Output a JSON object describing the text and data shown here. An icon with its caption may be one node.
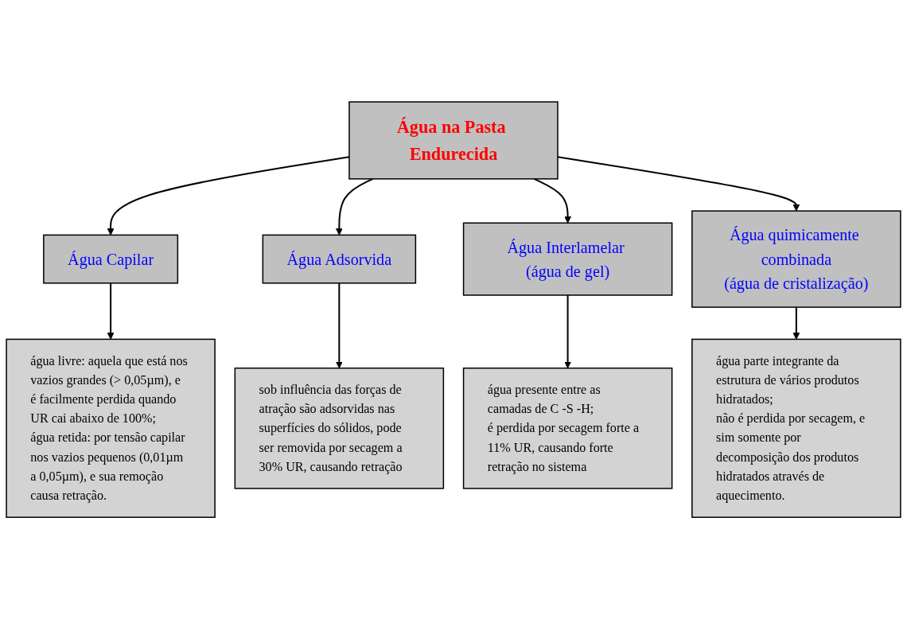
{
  "diagram": {
    "nodes": [
      {
        "text": [
          "Água na Pasta Endurecida"
        ]
      },
      {
        "text": [
          "Água Capilar"
        ]
      },
      {
        "text": [
          "Água Adsorvida"
        ]
      },
      {
        "text": [
          "Água Interlamelar (água de gel)"
        ]
      },
      {
        "text": [
          "Água quimicamente combinada",
          "(água de cristalização)"
        ]
      },
      {
        "text": [
          "água livre: aquela que está nos vazios grandes (> 0,05µm), e é facilmente perdida quando UR cai abaixo de 100%;",
          "água retida: por tensão capilar nos vazios pequenos (0,01µm a 0,05µm), e sua remoção causa retração."
        ]
      },
      {
        "text": [
          "sob influência das forças de atração são adsorvidas nas superfícies do sólidos, pode ser removida por secagem a 30% UR, causando retração"
        ]
      },
      {
        "text": [
          "água presente entre as camadas de C -S -H;",
          "é perdida por secagem forte a 11% UR, causando forte retração no sistema"
        ]
      },
      {
        "text": [
          "água parte integrante da estrutura de vários produtos hidratados;",
          "não é perdida por secagem, e sim somente por decomposição dos produtos hidratados através de aquecimento."
        ]
      }
    ],
    "edges": [
      {
        "from": 0,
        "to": 1,
        "arrow": "to"
      },
      {
        "from": 0,
        "to": 2,
        "arrow": "to"
      },
      {
        "from": 0,
        "to": 3,
        "arrow": "to"
      },
      {
        "from": 0,
        "to": 4,
        "arrow": "to"
      },
      {
        "from": 1,
        "to": 5,
        "arrow": "to"
      },
      {
        "from": 2,
        "to": 6,
        "arrow": "to"
      },
      {
        "from": 3,
        "to": 7,
        "arrow": "to"
      },
      {
        "from": 4,
        "to": 8,
        "arrow": "to"
      }
    ]
  }
}
